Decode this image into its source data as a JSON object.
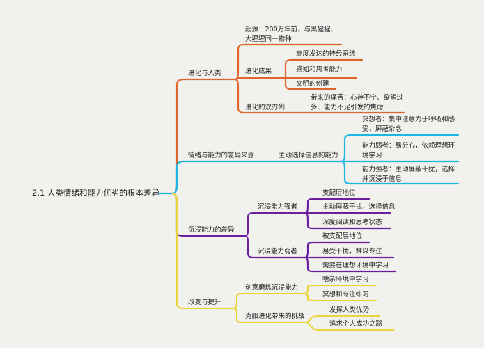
{
  "root": "2.1  人类情绪和能力优劣的根本差异",
  "evolution": {
    "label": "进化与人类",
    "origin": "起源：200万年前，与黑猩猩、大猩猩同一物种",
    "results": {
      "label": "进化成果",
      "items": [
        "高度发达的神经系统",
        "感知和思考能力",
        "文明的创建"
      ]
    },
    "double_edge": {
      "label": "进化的双刃剑",
      "pain": "带来的痛苦：心神不宁、欲望过多、能力不足引发的焦虑"
    }
  },
  "difference": {
    "label": "情绪与能力的差异来源",
    "sub_label": "主动选择信息的能力",
    "items": [
      "冥想者：集中注意力于呼吸和感受，屏蔽杂念",
      "能力弱者：易分心，依赖理想环境学习",
      "能力强者：主动屏蔽干扰，选择并沉浸于信息"
    ]
  },
  "immersion": {
    "label": "沉浸能力的差异",
    "strong": {
      "label": "沉浸能力强者",
      "items": [
        "支配层地位",
        "主动屏蔽干扰，选择信息",
        "深度阅读和思考状态"
      ]
    },
    "weak": {
      "label": "沉浸能力弱者",
      "items": [
        "被支配层地位",
        "易受干扰，难以专注",
        "需要在理想环境中学习"
      ]
    }
  },
  "improve": {
    "label": "改变与提升",
    "practice": {
      "label": "刻意磨炼沉浸能力",
      "items": [
        "嘈杂环境中学习",
        "冥想和专注练习"
      ]
    },
    "overcome": {
      "label": "克服进化带来的挑战",
      "items": [
        "发挥人类优势",
        "追求个人成功之路"
      ]
    }
  },
  "colors": {
    "orange": "#e0652b",
    "cyan": "#1fb5e3",
    "purple": "#6a1fa0",
    "yellow": "#ead53a"
  }
}
